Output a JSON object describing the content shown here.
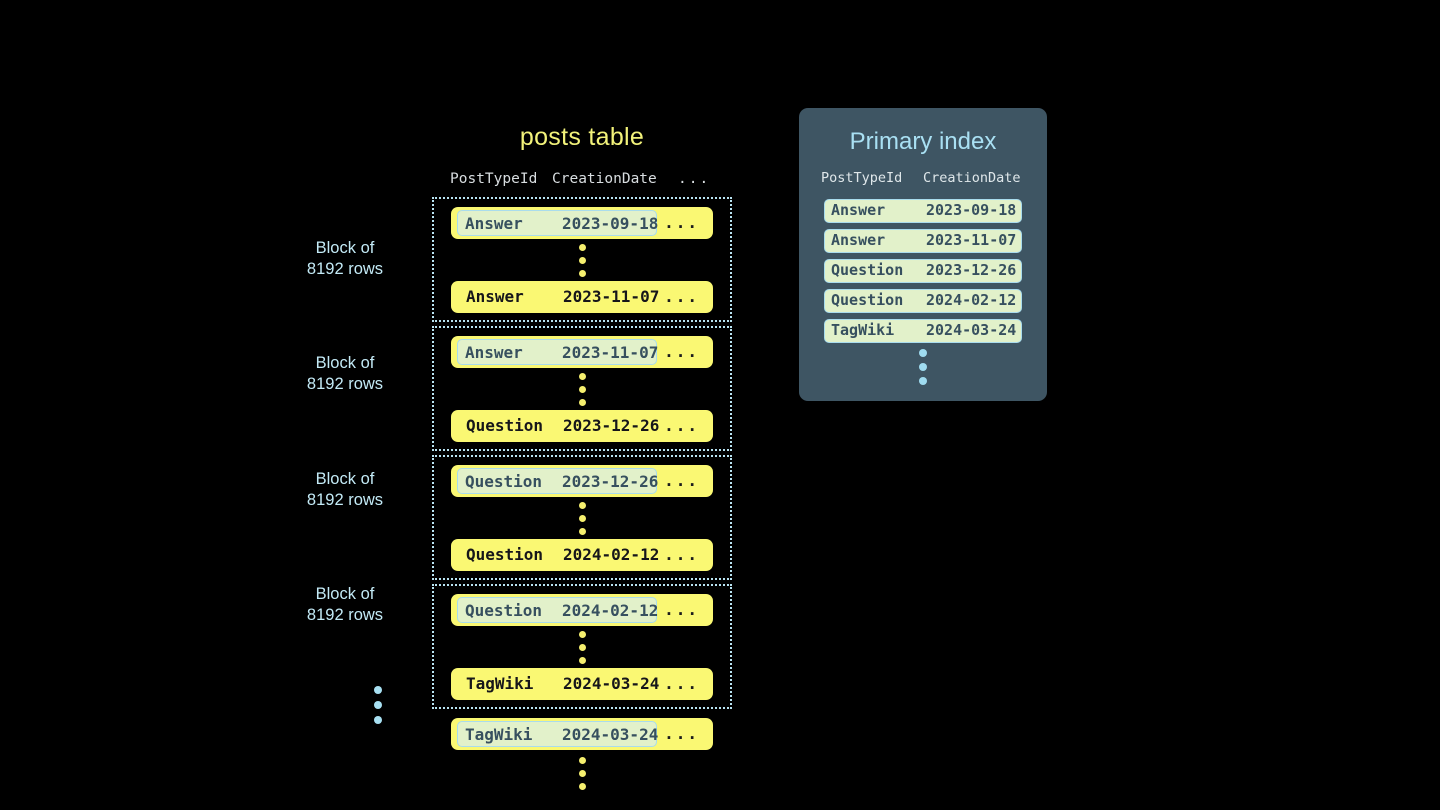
{
  "posts_table": {
    "title": "posts table",
    "columns": [
      "PostTypeId",
      "CreationDate",
      "..."
    ],
    "row_ellipsis": "...",
    "blocks": [
      {
        "label": "Block of\n8192 rows",
        "first_row": {
          "post_type_id": "Answer",
          "creation_date": "2023-09-18",
          "extra": "..."
        },
        "last_row": {
          "post_type_id": "Answer",
          "creation_date": "2023-11-07",
          "extra": "..."
        }
      },
      {
        "label": "Block of\n8192 rows",
        "first_row": {
          "post_type_id": "Answer",
          "creation_date": "2023-11-07",
          "extra": "..."
        },
        "last_row": {
          "post_type_id": "Question",
          "creation_date": "2023-12-26",
          "extra": "..."
        }
      },
      {
        "label": "Block of\n8192 rows",
        "first_row": {
          "post_type_id": "Question",
          "creation_date": "2023-12-26",
          "extra": "..."
        },
        "last_row": {
          "post_type_id": "Question",
          "creation_date": "2024-02-12",
          "extra": "..."
        }
      },
      {
        "label": "Block of\n8192 rows",
        "first_row": {
          "post_type_id": "Question",
          "creation_date": "2024-02-12",
          "extra": "..."
        },
        "last_row": {
          "post_type_id": "TagWiki",
          "creation_date": "2024-03-24",
          "extra": "..."
        }
      }
    ],
    "trailing_row": {
      "post_type_id": "TagWiki",
      "creation_date": "2024-03-24",
      "extra": "..."
    }
  },
  "primary_index": {
    "title": "Primary index",
    "columns": [
      "PostTypeId",
      "CreationDate"
    ],
    "rows": [
      {
        "post_type_id": "Answer",
        "creation_date": "2023-09-18"
      },
      {
        "post_type_id": "Answer",
        "creation_date": "2023-11-07"
      },
      {
        "post_type_id": "Question",
        "creation_date": "2023-12-26"
      },
      {
        "post_type_id": "Question",
        "creation_date": "2024-02-12"
      },
      {
        "post_type_id": "TagWiki",
        "creation_date": "2024-03-24"
      }
    ]
  },
  "colors": {
    "background": "#000000",
    "row_yellow": "#faf873",
    "highlight_green": "#e2f1ca",
    "accent_blue": "#a9e0f3",
    "panel_slate": "#3e5563",
    "title_yellow": "#f2f27a",
    "text_slate": "#37505f"
  }
}
